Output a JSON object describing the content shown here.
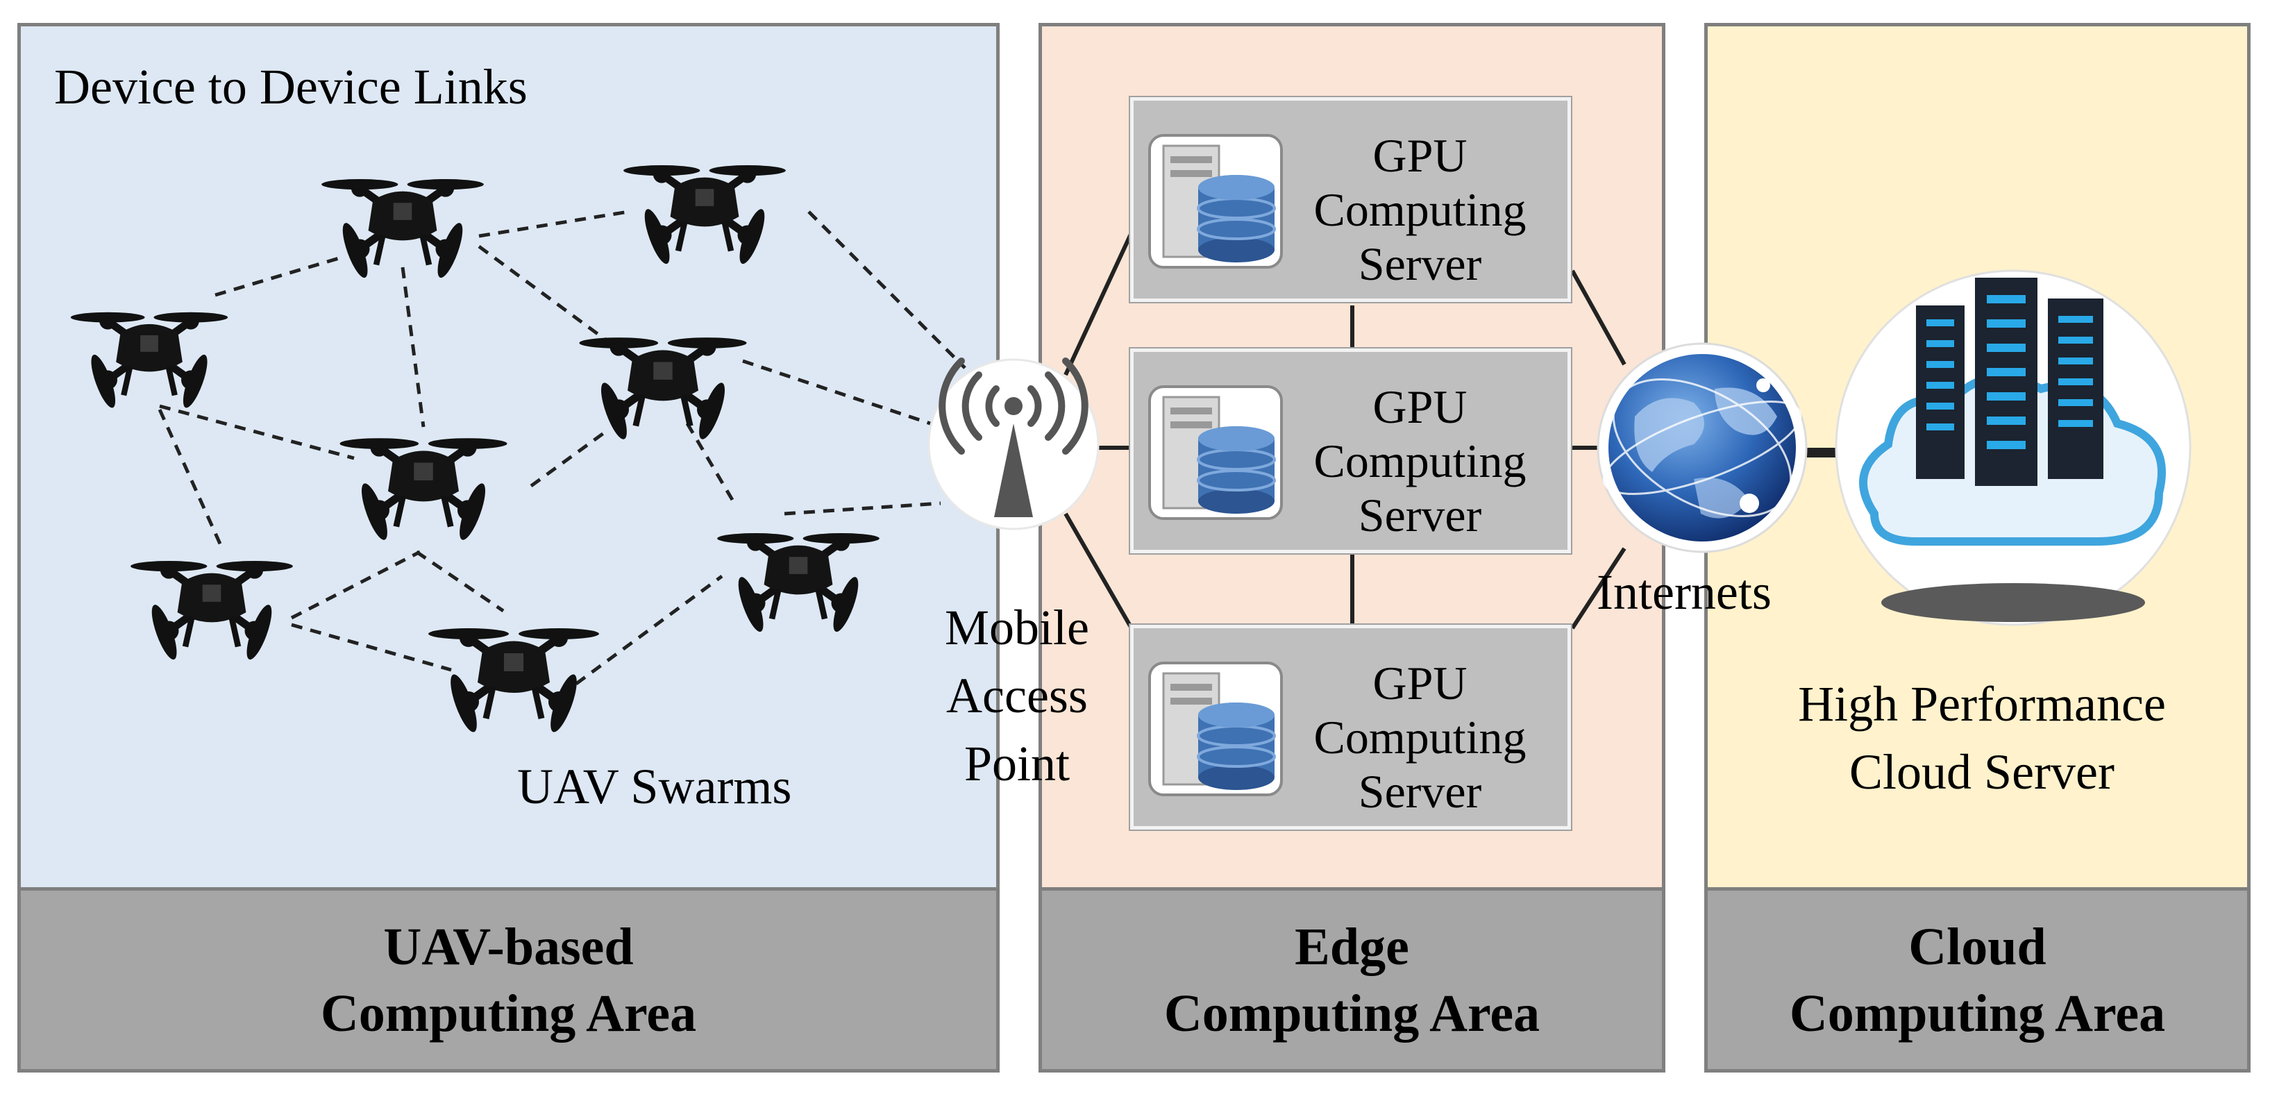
{
  "uav_area": {
    "d2d_label": "Device to Device Links",
    "swarm_label": "UAV Swarms",
    "footer": [
      "UAV-based",
      "Computing Area"
    ],
    "bg_color": "#dde8f4"
  },
  "access_point": {
    "label": [
      "Mobile",
      "Access",
      "Point"
    ]
  },
  "edge_area": {
    "servers": [
      {
        "lines": [
          "GPU",
          "Computing",
          "Server"
        ]
      },
      {
        "lines": [
          "GPU",
          "Computing",
          "Server"
        ]
      },
      {
        "lines": [
          "GPU",
          "Computing",
          "Server"
        ]
      }
    ],
    "footer": [
      "Edge",
      "Computing Area"
    ],
    "bg_color": "#fbe5d6"
  },
  "internet": {
    "label": "Internets"
  },
  "cloud_area": {
    "label": [
      "High Performance",
      "Cloud Server"
    ],
    "footer": [
      "Cloud",
      "Computing Area"
    ],
    "bg_color": "#fff2cc"
  }
}
